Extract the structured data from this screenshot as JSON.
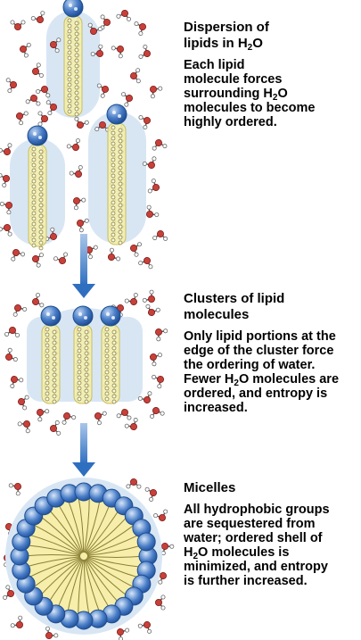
{
  "sections": [
    {
      "title": [
        "Dispersion of",
        "lipids in H",
        "2",
        "O"
      ],
      "body": [
        [
          "Each lipid"
        ],
        [
          "molecule forces"
        ],
        [
          "surrounding H",
          "2",
          "O"
        ],
        [
          "molecules to become"
        ],
        [
          "highly ordered."
        ]
      ]
    },
    {
      "title": [
        "Clusters of lipid",
        "molecules"
      ],
      "body": [
        [
          "Only lipid portions at the"
        ],
        [
          "edge of the cluster force"
        ],
        [
          "the ordering of water."
        ],
        [
          "Fewer H",
          "2",
          "O molecules are"
        ],
        [
          "ordered, and entropy is"
        ],
        [
          "increased."
        ]
      ]
    },
    {
      "title": [
        "Micelles"
      ],
      "body": [
        [
          "All hydrophobic groups"
        ],
        [
          "are sequestered from"
        ],
        [
          "water;  ordered shell of"
        ],
        [
          "H",
          "2",
          "O molecules is"
        ],
        [
          "minimized, and entropy"
        ],
        [
          "is further increased."
        ]
      ]
    }
  ],
  "colors": {
    "headgroup": "#4a7ec8",
    "tail": "#f6eeaa",
    "ordered_water_zone": "#d8e6f4",
    "oxygen": "#c8403a",
    "arrow": "#2f6fc0"
  },
  "icons": [
    "lipid-headgroup-icon",
    "water-molecule-icon",
    "down-arrow-icon"
  ]
}
